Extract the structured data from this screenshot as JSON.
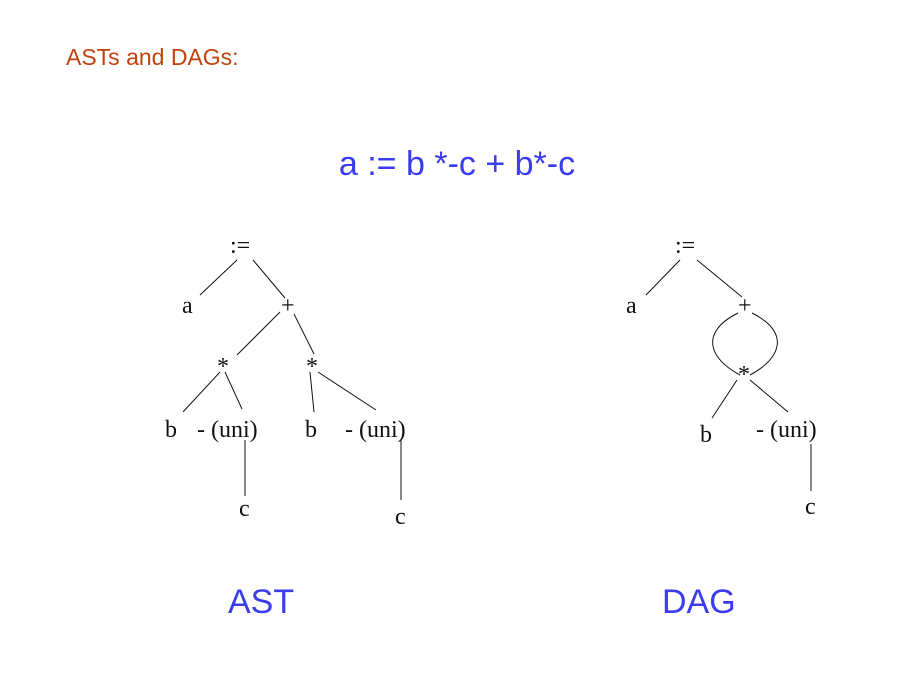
{
  "title": "ASTs and DAGs:",
  "expression": "a := b *-c + b*-c",
  "ast": {
    "caption": "AST",
    "nodes": {
      "assign": ":=",
      "a": "a",
      "plus": "+",
      "mul1": "*",
      "mul2": "*",
      "b1": "b",
      "neg1": "- (uni)",
      "b2": "b",
      "neg2": "- (uni)",
      "c1": "c",
      "c2": "c"
    }
  },
  "dag": {
    "caption": "DAG",
    "nodes": {
      "assign": ":=",
      "a": "a",
      "plus": "+",
      "mul": "*",
      "b": "b",
      "neg": "- (uni)",
      "c": "c"
    }
  },
  "colors": {
    "title": "#c2410c",
    "accent_blue": "#3b3bef",
    "ink": "#111111"
  }
}
